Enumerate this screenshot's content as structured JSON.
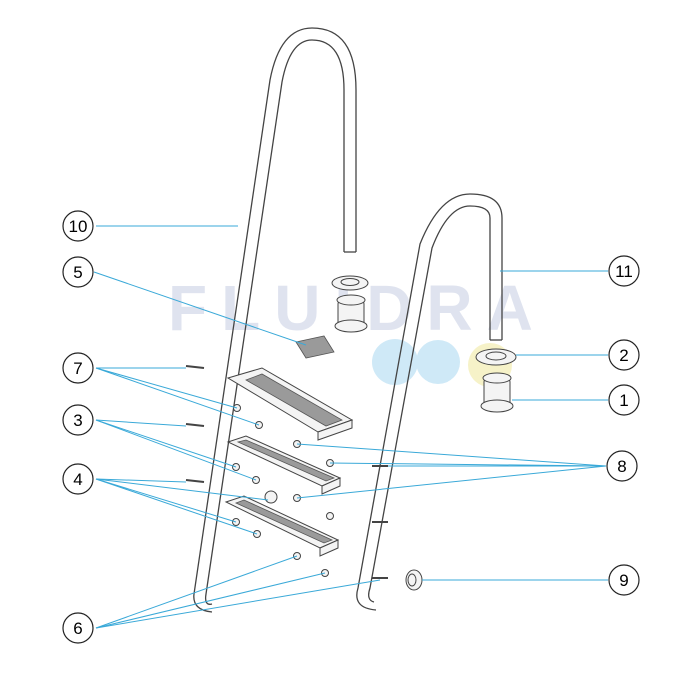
{
  "watermark": {
    "brand": "FLUIDRA"
  },
  "callouts": [
    {
      "id": "10",
      "label": "10"
    },
    {
      "id": "5",
      "label": "5"
    },
    {
      "id": "7",
      "label": "7"
    },
    {
      "id": "3",
      "label": "3"
    },
    {
      "id": "4",
      "label": "4"
    },
    {
      "id": "6",
      "label": "6"
    },
    {
      "id": "11",
      "label": "11"
    },
    {
      "id": "2",
      "label": "2"
    },
    {
      "id": "1",
      "label": "1"
    },
    {
      "id": "8",
      "label": "8"
    },
    {
      "id": "9",
      "label": "9"
    }
  ],
  "colors": {
    "leader": "#3aa9d8",
    "outline": "#444444",
    "watermark_text": "#dfe3ef",
    "watermark_blue": "#cfe9f7",
    "watermark_yellow": "#f6f2c8"
  }
}
